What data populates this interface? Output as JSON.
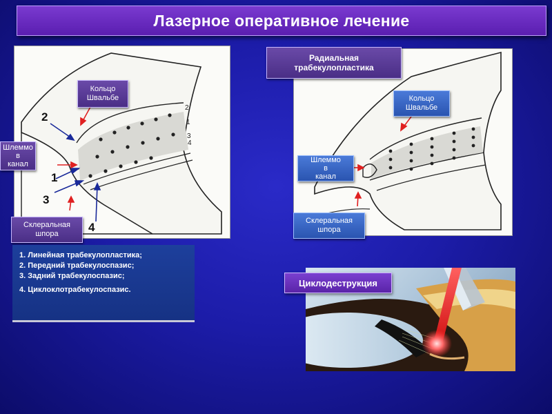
{
  "title": "Лазерное оперативное лечение",
  "left_diagram": {
    "schlemm_label": [
      "Шлеммо",
      "в",
      "канал"
    ],
    "schwalbe_label": [
      "Кольцо",
      "Швальбе"
    ],
    "scleral_label": [
      "Склеральная",
      "шпора"
    ],
    "numbers": [
      "2",
      "1",
      "3",
      "4"
    ],
    "side_numbers": [
      "2",
      "1",
      "3",
      "4"
    ]
  },
  "right_diagram": {
    "header": [
      "Радиальная",
      "трабекулопластика"
    ],
    "schwalbe_label": [
      "Кольцо",
      "Швальбе"
    ],
    "schlemm_label": [
      "Шлеммо",
      "в",
      "канал"
    ],
    "scleral_label": [
      "Склеральная",
      "шпора"
    ]
  },
  "legend": {
    "items": [
      "1. Линейная трабекулопластика;",
      "2. Передний трабекулоспазис;",
      "3. Задний трабекулоспазис;",
      "4. Циклоклотрабекулоспазис."
    ]
  },
  "cyclo_label": "Циклодеструкция",
  "colors": {
    "accent": "#5a1eb0",
    "arrow_red": "#e02020",
    "arrow_blue": "#1a2a9a"
  }
}
